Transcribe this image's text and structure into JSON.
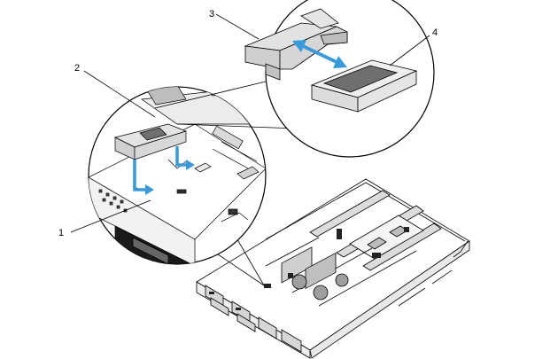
{
  "callouts": [
    {
      "id": "1",
      "label": "1"
    },
    {
      "id": "2",
      "label": "2"
    },
    {
      "id": "3",
      "label": "3"
    },
    {
      "id": "4",
      "label": "4"
    }
  ],
  "colors": {
    "line": "#000000",
    "arrow_blue": "#3a9ad9",
    "pad_dark": "#6f6f6f",
    "part_gray": "#e2e2e2",
    "background": "#ffffff"
  },
  "icons": [
    "double-headed-arrow-icon",
    "down-arrow-icon"
  ]
}
